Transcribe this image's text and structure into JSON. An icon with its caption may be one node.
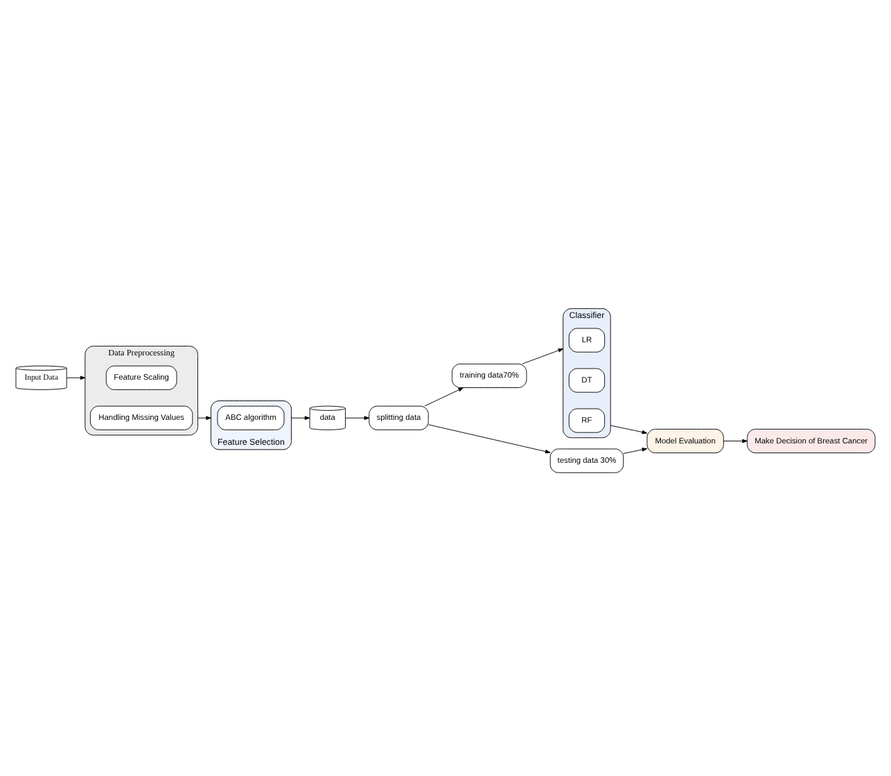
{
  "diagram": {
    "nodes": [
      {
        "text": [
          "Input Data"
        ]
      },
      {
        "text": [
          "Data Preprocessing"
        ]
      },
      {
        "text": [
          "Feature Scaling"
        ],
        "in": 1
      },
      {
        "text": [
          "Handling Missing Values"
        ],
        "in": 1
      },
      {
        "text": [
          "Feature Selection"
        ]
      },
      {
        "text": [
          "ABC algorithm"
        ],
        "in": 4
      },
      {
        "text": [
          "data"
        ]
      },
      {
        "text": [
          "splitting data"
        ]
      },
      {
        "text": [
          "training data70%"
        ]
      },
      {
        "text": [
          "Classifier"
        ]
      },
      {
        "text": [
          "LR"
        ],
        "in": 9
      },
      {
        "text": [
          "DT"
        ],
        "in": 9
      },
      {
        "text": [
          "RF"
        ],
        "in": 9
      },
      {
        "text": [
          "testing data 30%"
        ]
      },
      {
        "text": [
          "Make Decision of Breast Cancer"
        ]
      },
      {
        "text": [
          "Model Evaluation"
        ]
      }
    ],
    "edges": [
      {
        "from": 0,
        "to": 1,
        "arrow": "to"
      },
      {
        "from": 1,
        "to": 4,
        "arrow": "to"
      },
      {
        "from": 4,
        "to": 6,
        "arrow": "to"
      },
      {
        "from": 6,
        "to": 7,
        "arrow": "to"
      },
      {
        "from": 7,
        "to": 8,
        "arrow": "to"
      },
      {
        "from": 8,
        "to": 9,
        "arrow": "to"
      },
      {
        "from": 7,
        "to": 13,
        "arrow": "to"
      },
      {
        "from": 9,
        "to": 15,
        "arrow": "to"
      },
      {
        "from": 13,
        "to": 15,
        "arrow": "to"
      },
      {
        "from": 15,
        "to": 14,
        "arrow": "to"
      }
    ]
  }
}
